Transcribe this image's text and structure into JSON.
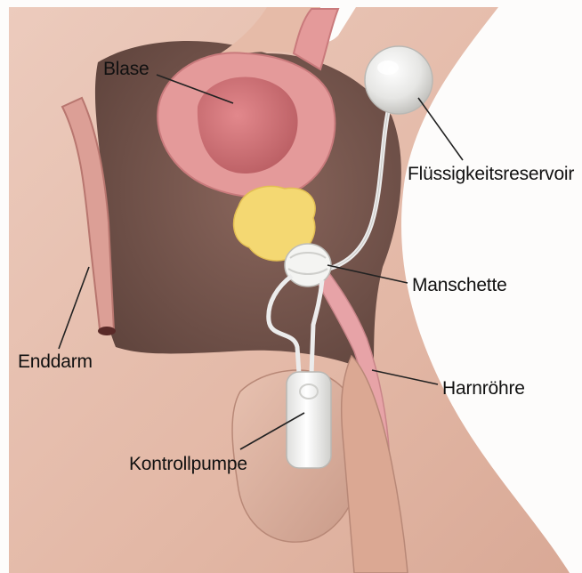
{
  "labels": {
    "bladder": "Blase",
    "fluid_reservoir": "Flüssigkeitsreservoir",
    "cuff": "Manschette",
    "rectum": "Enddarm",
    "urethra": "Harnröhre",
    "control_pump": "Kontrollpumpe"
  },
  "colors": {
    "skin": "#e7bfae",
    "skin_shadow": "#b98a7a",
    "body_cavity": "#7a5a51",
    "bladder_wall": "#e49a9a",
    "bladder_inner": "#c86c6f",
    "prostate": "#f4d872",
    "urethra": "#e7a3a7",
    "device_white": "#f4f4f2",
    "tube": "#e9e9e9",
    "leader_line": "#222222"
  }
}
